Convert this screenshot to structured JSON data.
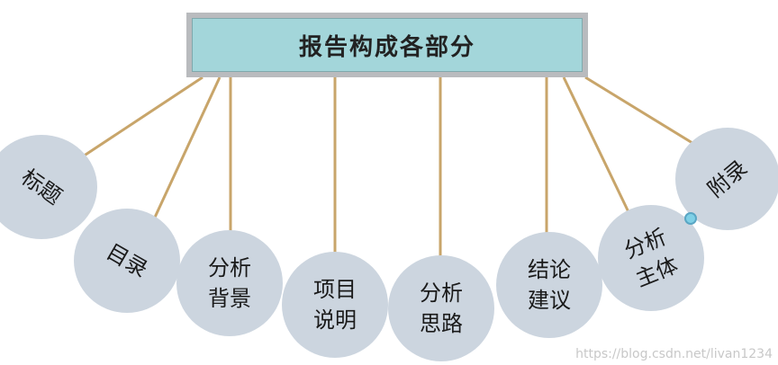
{
  "root": {
    "label": "报告构成各部分"
  },
  "nodes": [
    {
      "id": "title",
      "label": "标题"
    },
    {
      "id": "toc",
      "label": "目录"
    },
    {
      "id": "background",
      "label": "分析\n背景"
    },
    {
      "id": "project",
      "label": "项目\n说明"
    },
    {
      "id": "thinking",
      "label": "分析\n思路"
    },
    {
      "id": "conclusion",
      "label": "结论\n建议"
    },
    {
      "id": "body",
      "label": "分析\n主体"
    },
    {
      "id": "appendix",
      "label": "附录"
    }
  ],
  "colors": {
    "root_fill": "#a3d6da",
    "root_border": "#b9bbbe",
    "node_fill": "#ccd5df",
    "connector": "#c8a56a"
  },
  "watermark": "https://blog.csdn.net/livan1234"
}
